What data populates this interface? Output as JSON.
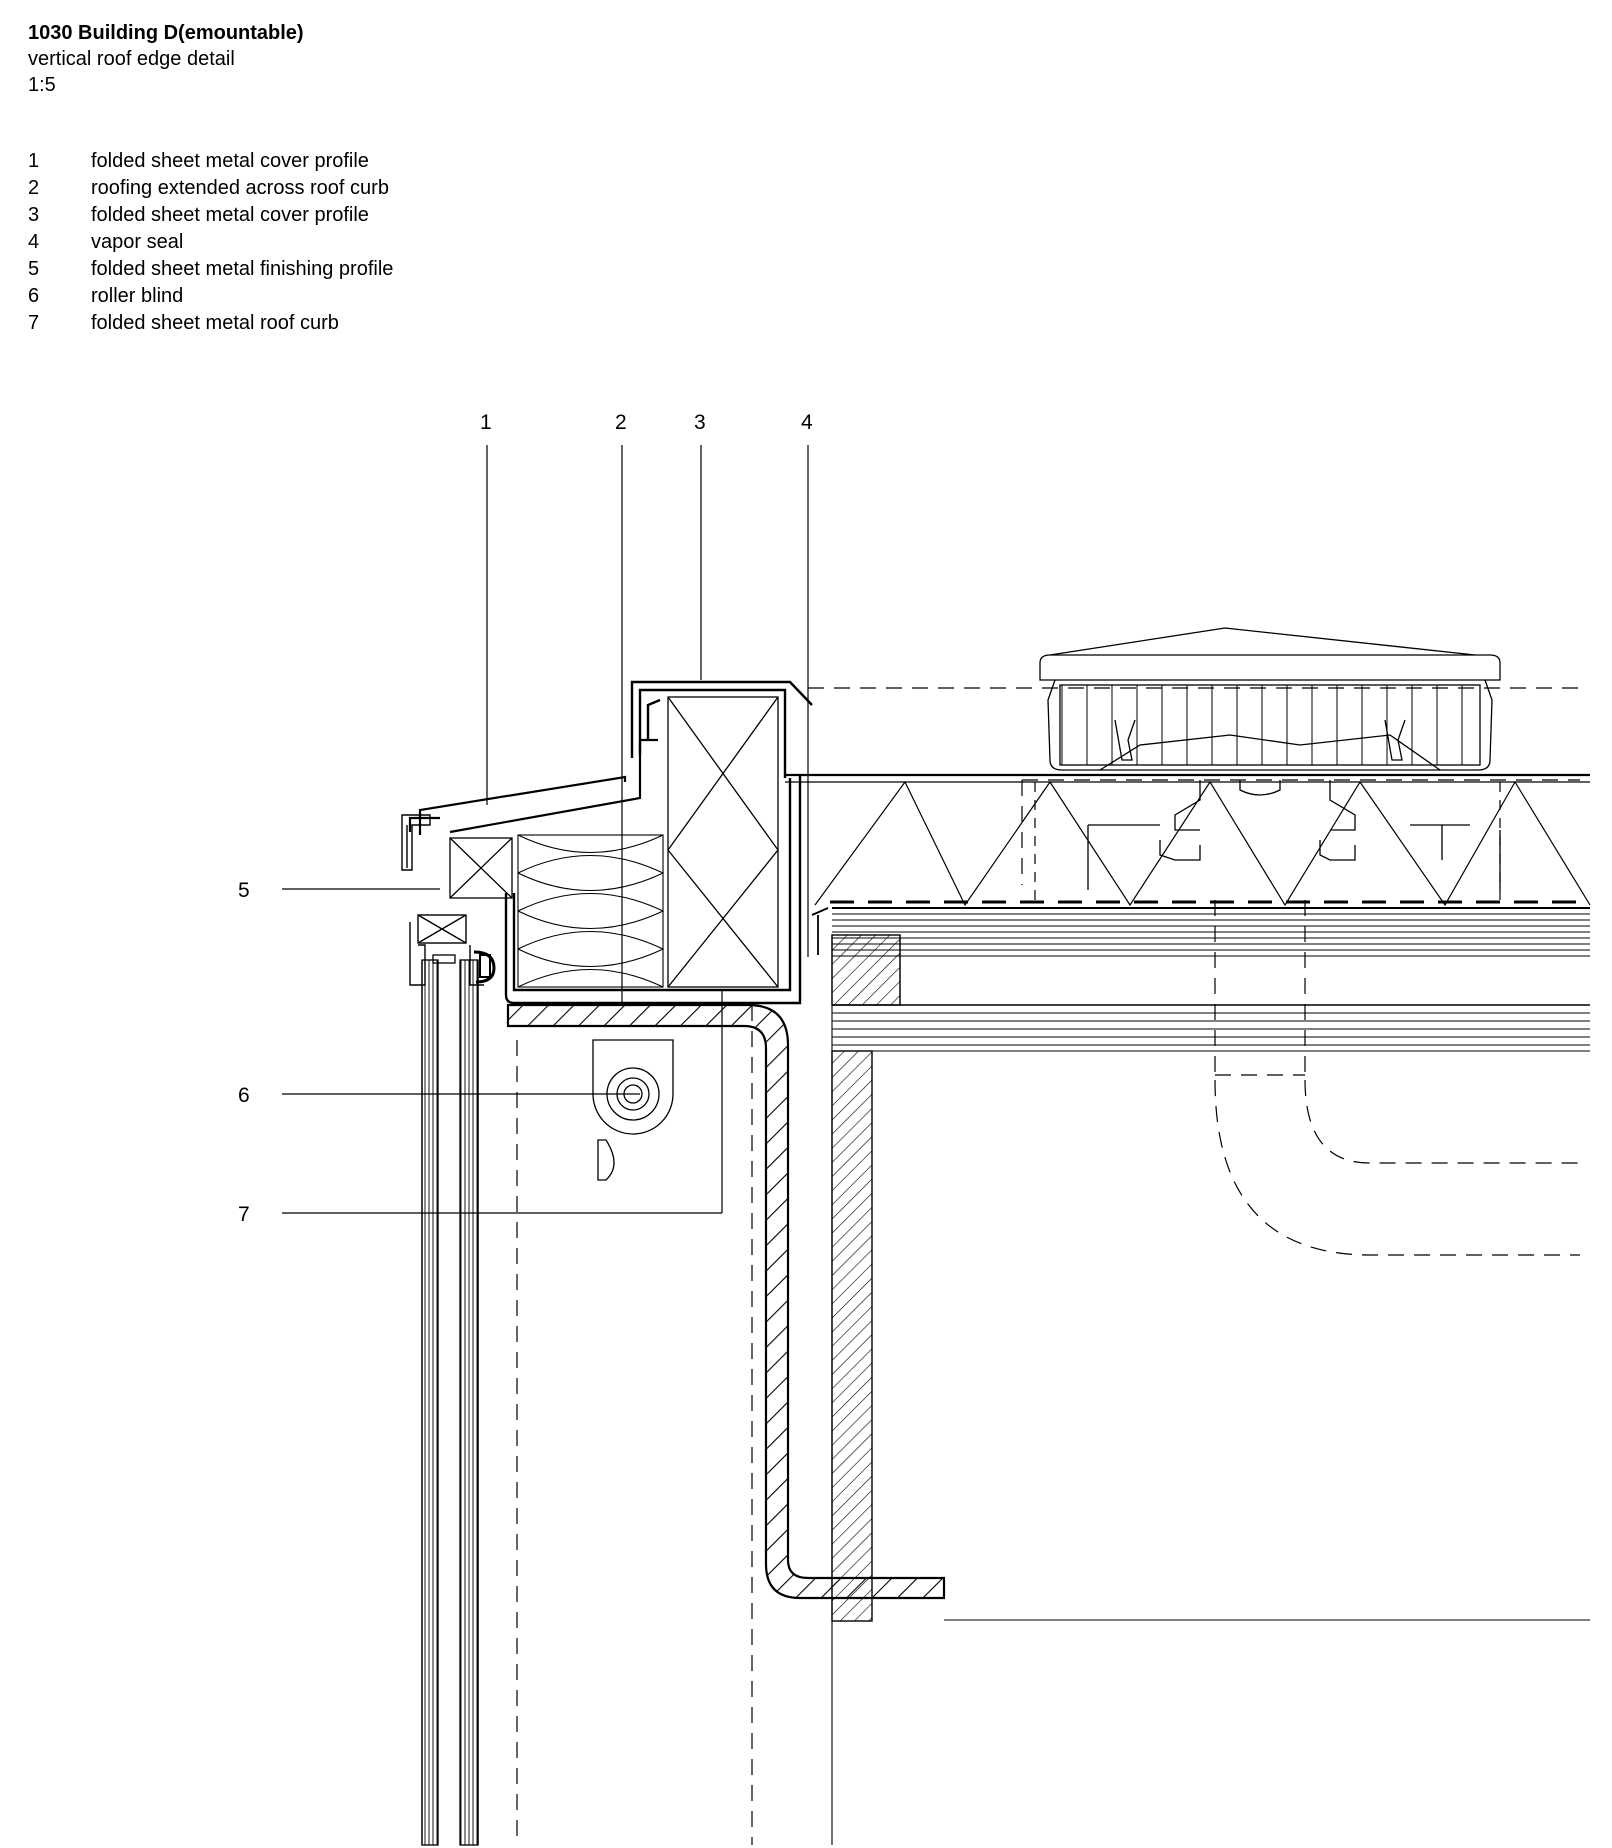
{
  "header": {
    "title": "1030 Building D(emountable)",
    "subtitle": "vertical roof edge detail",
    "scale": "1:5"
  },
  "legend": [
    {
      "num": "1",
      "text": "folded sheet metal cover profile"
    },
    {
      "num": "2",
      "text": "roofing extended across roof curb"
    },
    {
      "num": "3",
      "text": "folded sheet metal cover profile"
    },
    {
      "num": "4",
      "text": "vapor seal"
    },
    {
      "num": "5",
      "text": "folded sheet metal finishing profile"
    },
    {
      "num": "6",
      "text": "roller blind"
    },
    {
      "num": "7",
      "text": "folded sheet metal roof curb"
    }
  ],
  "callouts": [
    "1",
    "2",
    "3",
    "4",
    "5",
    "6",
    "7"
  ]
}
